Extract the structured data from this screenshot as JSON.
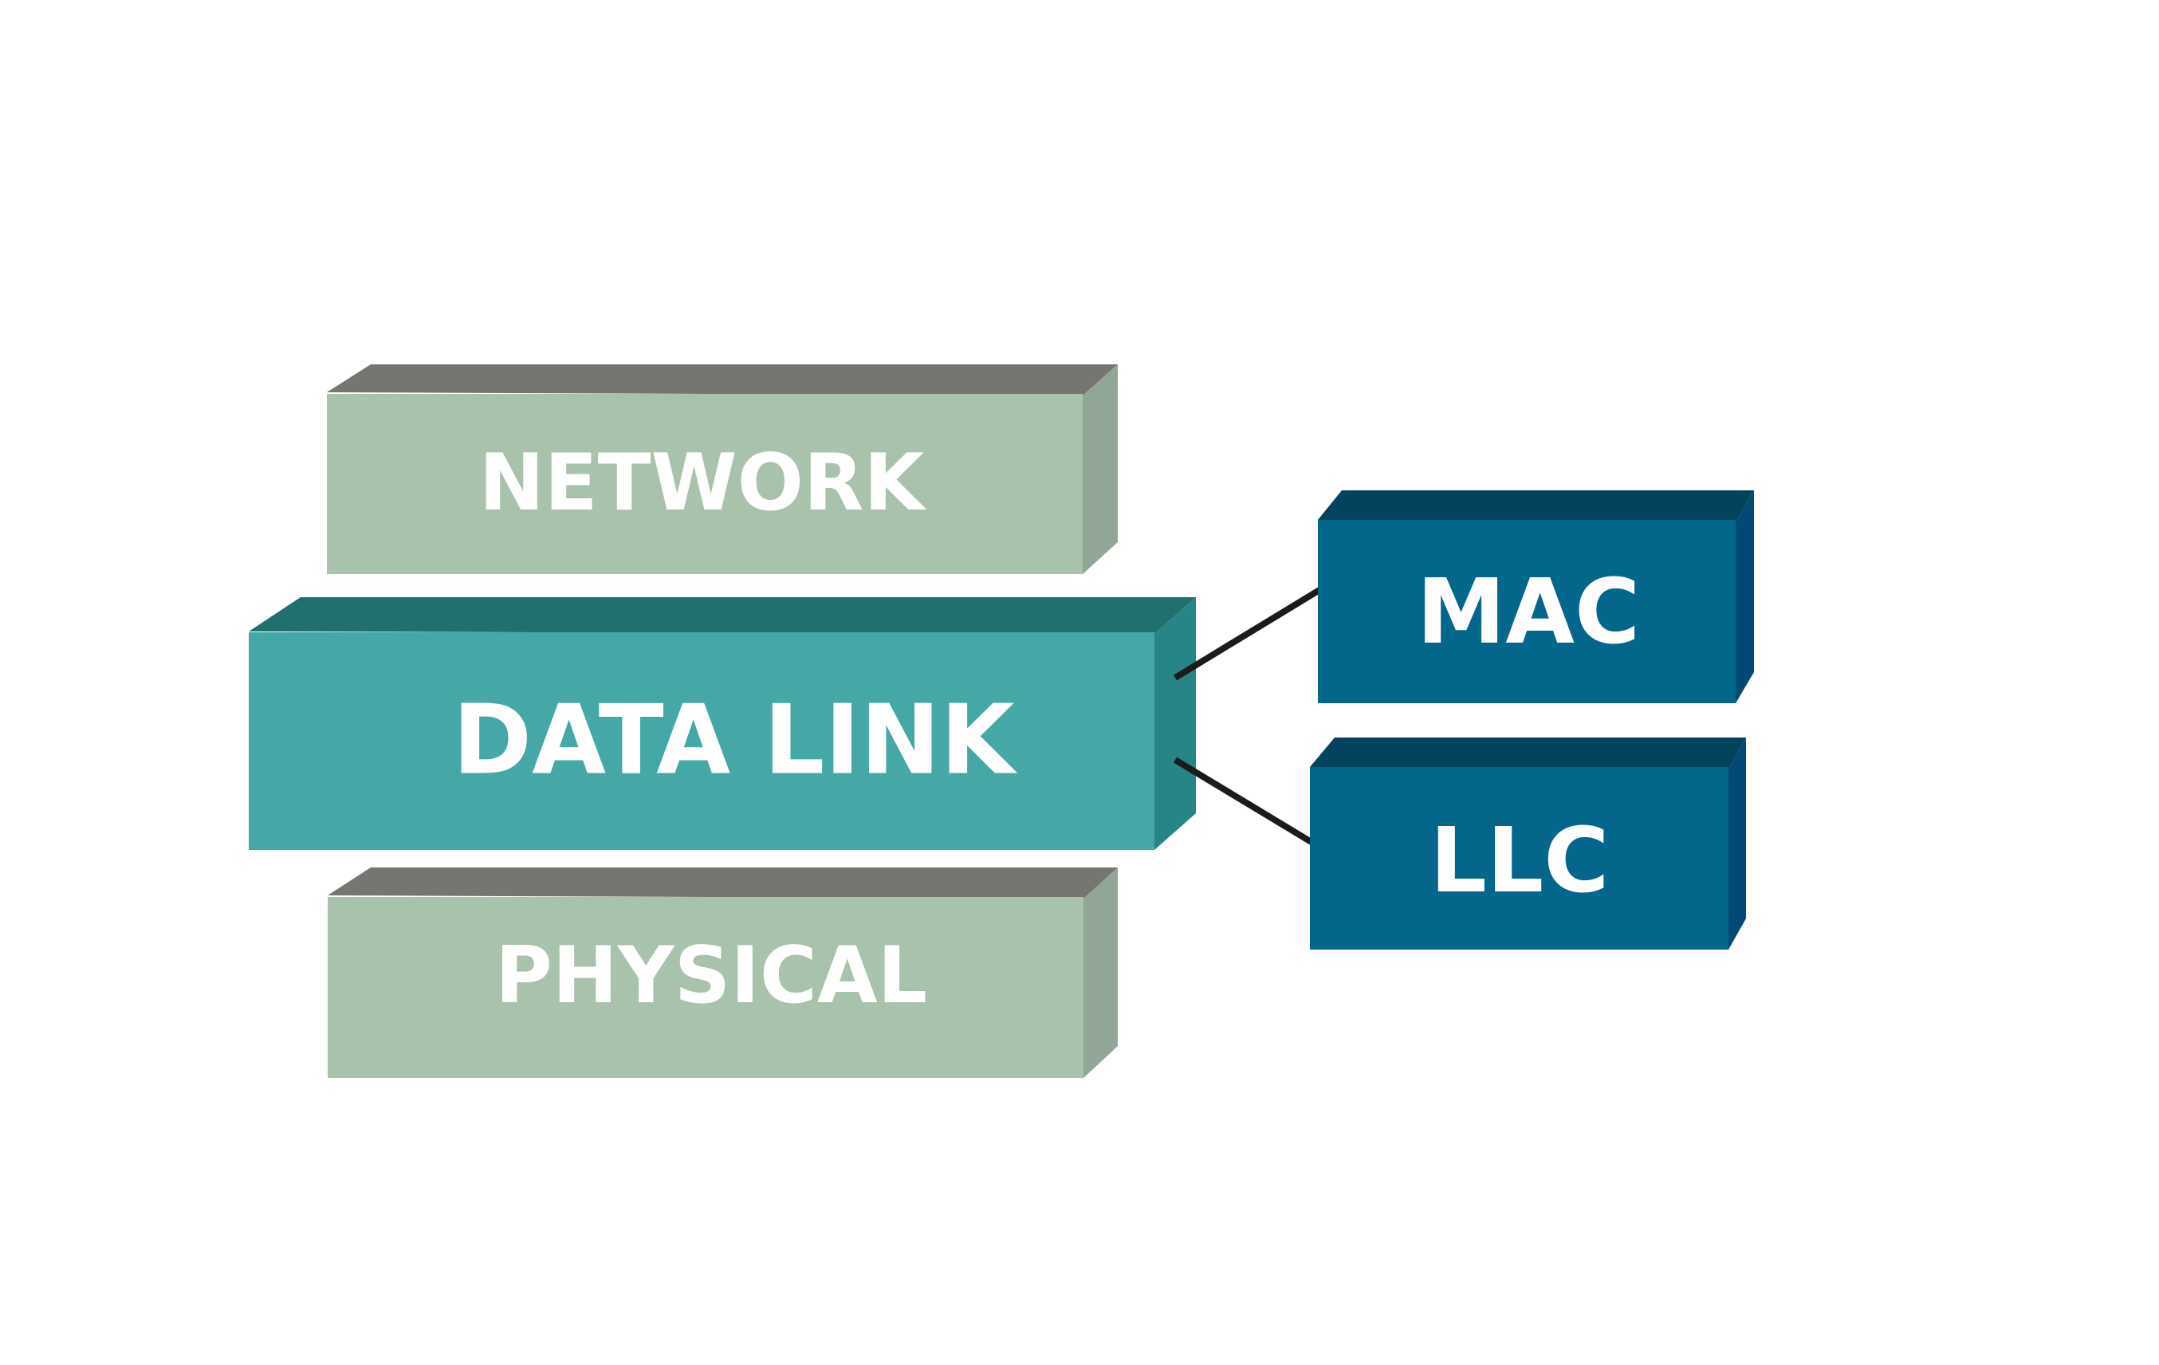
{
  "colors": {
    "background": "#ffffff",
    "outer_layer_front": "#a8c2ab",
    "outer_layer_top": "#75766f",
    "outer_layer_side": "#91a696",
    "datalink_front": "#46a8a6",
    "datalink_top": "#20706f",
    "datalink_side": "#278588",
    "sublayer_front": "#03668b",
    "sublayer_top": "#04425e",
    "sublayer_side": "#024977",
    "connector": "#1b1b1b",
    "label": "#ffffff"
  },
  "layers": {
    "network": {
      "label": "NETWORK"
    },
    "data_link": {
      "label": "DATA LINK"
    },
    "physical": {
      "label": "PHYSICAL"
    }
  },
  "sublayers": {
    "mac": {
      "label": "MAC"
    },
    "llc": {
      "label": "LLC"
    }
  }
}
